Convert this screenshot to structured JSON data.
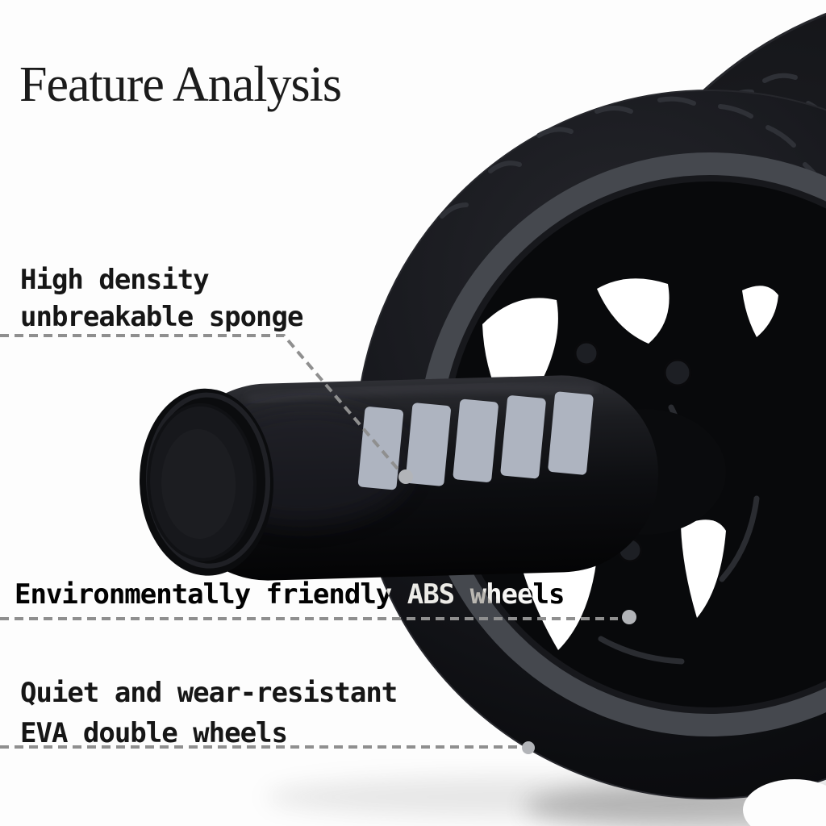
{
  "title": "Feature Analysis",
  "features": [
    {
      "id": "sponge",
      "lines": [
        "High density",
        "unbreakable sponge"
      ]
    },
    {
      "id": "abs-wheels",
      "lines": [
        "Environmentally friendly ABS wheels"
      ]
    },
    {
      "id": "eva-wheels",
      "lines": [
        "Quiet and wear-resistant",
        "EVA double wheels"
      ]
    }
  ],
  "colors": {
    "background": "#fdfdfd",
    "title_text": "#1b1b1b",
    "feature_text": "#161616",
    "dash_line": "#8f8f8f",
    "leader_dot": "#b2b4b8",
    "grip_stripe": "#aeb4c0",
    "tire_black": "#0d0e11",
    "rim_ring_gray": "#45484e"
  }
}
